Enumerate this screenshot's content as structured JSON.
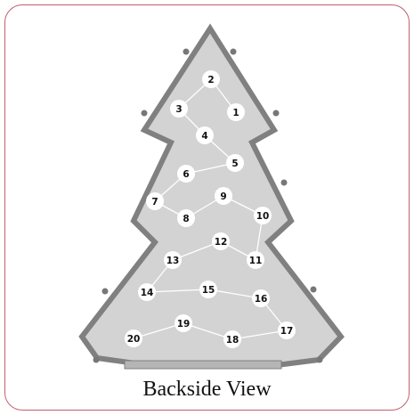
{
  "caption": "Backside View",
  "colors": {
    "frame": "#c0606e",
    "tree_fill": "#d3d3d3",
    "tree_outline": "#808080",
    "pin": "#777777",
    "node_fill": "#ffffff",
    "wire": "#ffffff"
  },
  "nodes": [
    {
      "label": "1"
    },
    {
      "label": "2"
    },
    {
      "label": "3"
    },
    {
      "label": "4"
    },
    {
      "label": "5"
    },
    {
      "label": "6"
    },
    {
      "label": "7"
    },
    {
      "label": "8"
    },
    {
      "label": "9"
    },
    {
      "label": "10"
    },
    {
      "label": "11"
    },
    {
      "label": "12"
    },
    {
      "label": "13"
    },
    {
      "label": "14"
    },
    {
      "label": "15"
    },
    {
      "label": "16"
    },
    {
      "label": "17"
    },
    {
      "label": "18"
    },
    {
      "label": "19"
    },
    {
      "label": "20"
    }
  ]
}
